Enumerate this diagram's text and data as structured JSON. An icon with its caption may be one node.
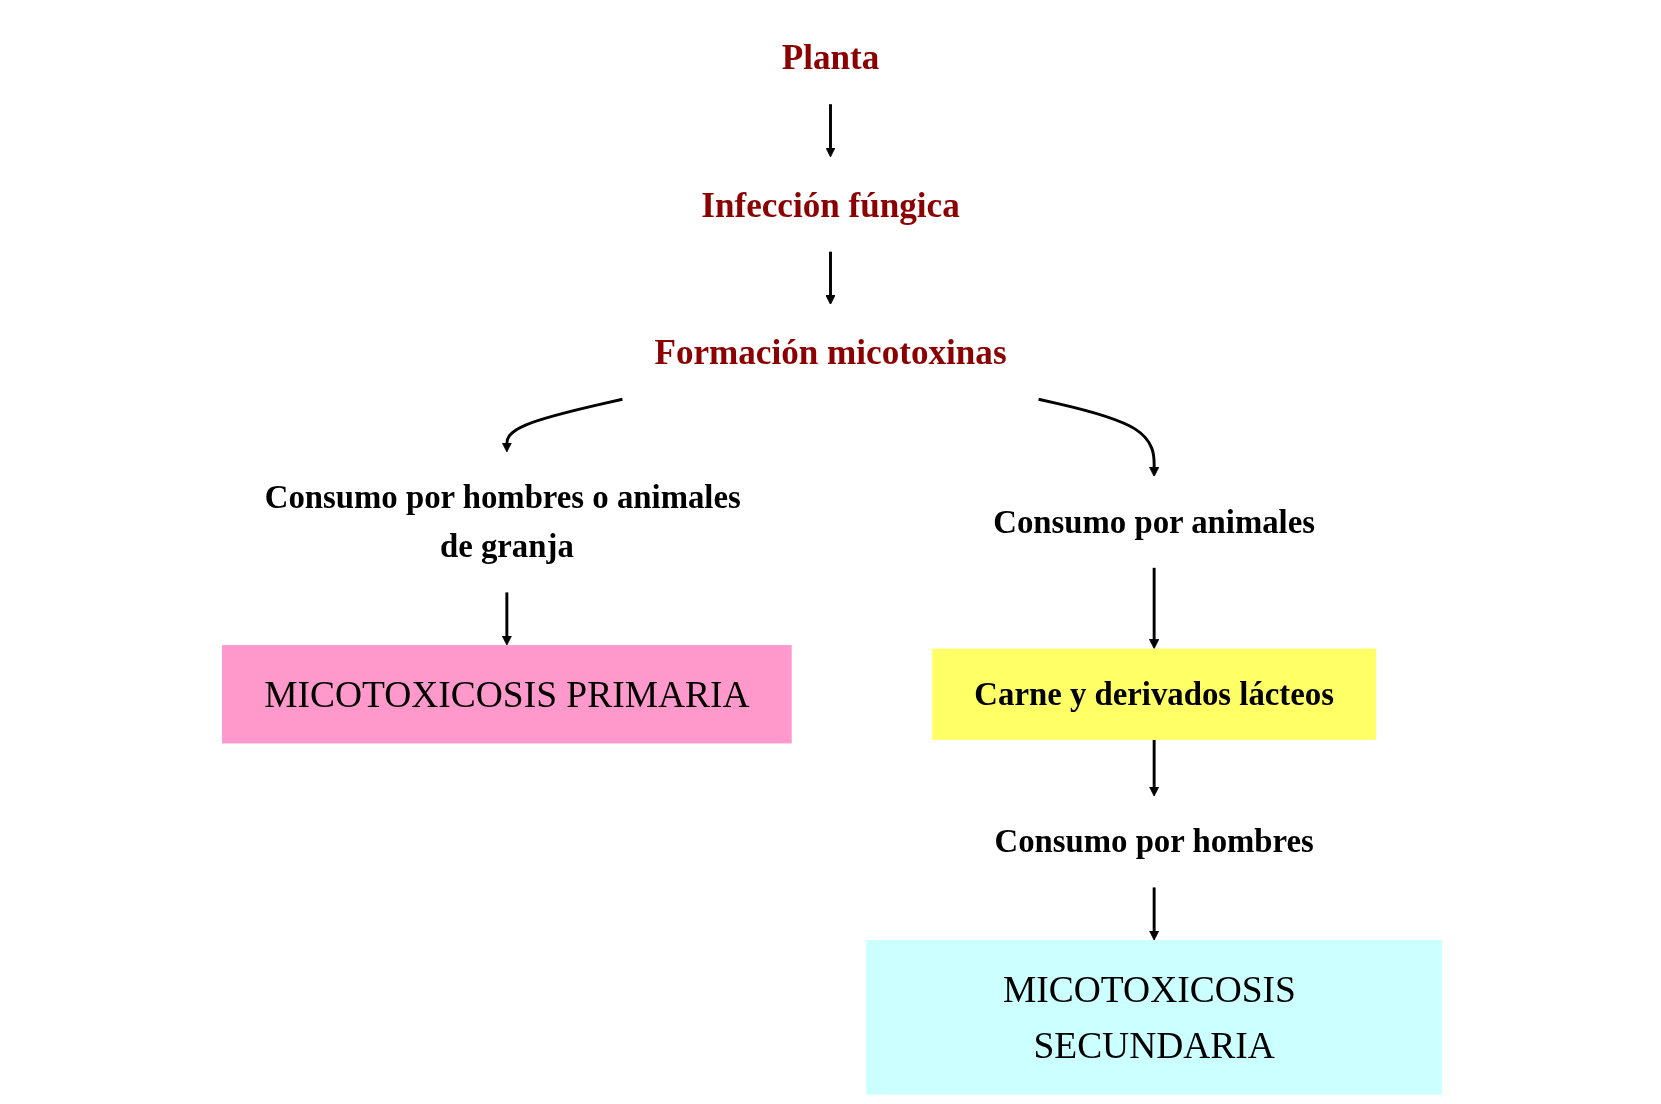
{
  "diagram": {
    "nodes": [
      {
        "text": [
          "Planta"
        ]
      },
      {
        "text": [
          "Infección fúngica"
        ]
      },
      {
        "text": [
          "Formación micotoxinas"
        ]
      },
      {
        "text": [
          "Consumo por hombres o animales de granja"
        ]
      },
      {
        "text": [
          "MICOTOXICOSIS PRIMARIA"
        ]
      },
      {
        "text": [
          "Consumo por animales"
        ]
      },
      {
        "text": [
          "Carne y derivados lácteos"
        ]
      },
      {
        "text": [
          "Consumo por hombres"
        ]
      },
      {
        "text": [
          "MICOTOXICOSIS SECUNDARIA"
        ]
      }
    ],
    "edges": [
      {
        "from": 0,
        "to": 1,
        "arrow": "to"
      },
      {
        "from": 1,
        "to": 2,
        "arrow": "to"
      },
      {
        "from": 2,
        "to": 3,
        "arrow": "to"
      },
      {
        "from": 3,
        "to": 4,
        "arrow": "to"
      },
      {
        "from": 2,
        "to": 5,
        "arrow": "to"
      },
      {
        "from": 5,
        "to": 6,
        "arrow": "to"
      },
      {
        "from": 6,
        "to": 7,
        "arrow": "to"
      },
      {
        "from": 7,
        "to": 8,
        "arrow": "to"
      }
    ]
  }
}
